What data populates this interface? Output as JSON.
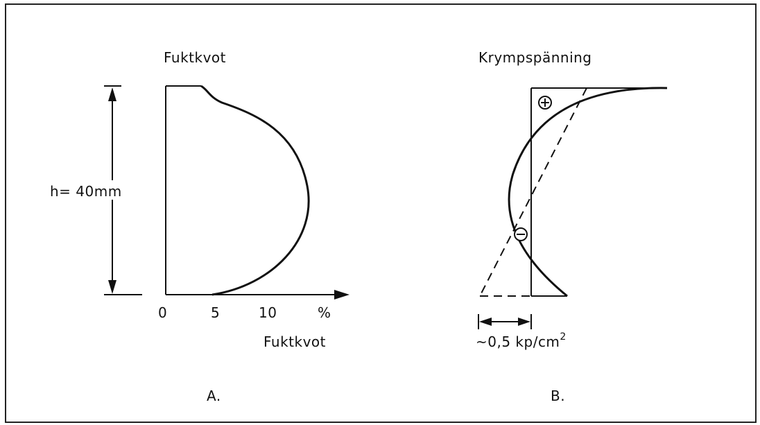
{
  "panel_a": {
    "title": "Fuktkvot",
    "height_label": "h= 40mm",
    "ticks": [
      "0",
      "5",
      "10",
      "%"
    ],
    "axis_label": "Fuktkvot",
    "caption": "A."
  },
  "panel_b": {
    "title": "Krympspänning",
    "plus_sign": "+",
    "minus_sign": "−",
    "scale_label_prefix": "~0,5  kp/cm",
    "scale_label_exp": "2",
    "caption": "B."
  }
}
